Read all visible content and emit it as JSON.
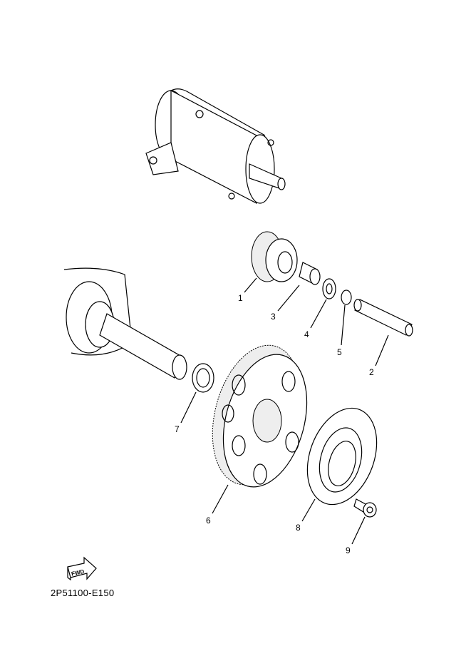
{
  "diagram_code": "2P51100-E150",
  "fwd_icon_text": "FWD",
  "callouts": [
    {
      "id": "1",
      "label": "1"
    },
    {
      "id": "2",
      "label": "2"
    },
    {
      "id": "3",
      "label": "3"
    },
    {
      "id": "4",
      "label": "4"
    },
    {
      "id": "5",
      "label": "5"
    },
    {
      "id": "6",
      "label": "6"
    },
    {
      "id": "7",
      "label": "7"
    },
    {
      "id": "8",
      "label": "8"
    },
    {
      "id": "9",
      "label": "9"
    }
  ]
}
